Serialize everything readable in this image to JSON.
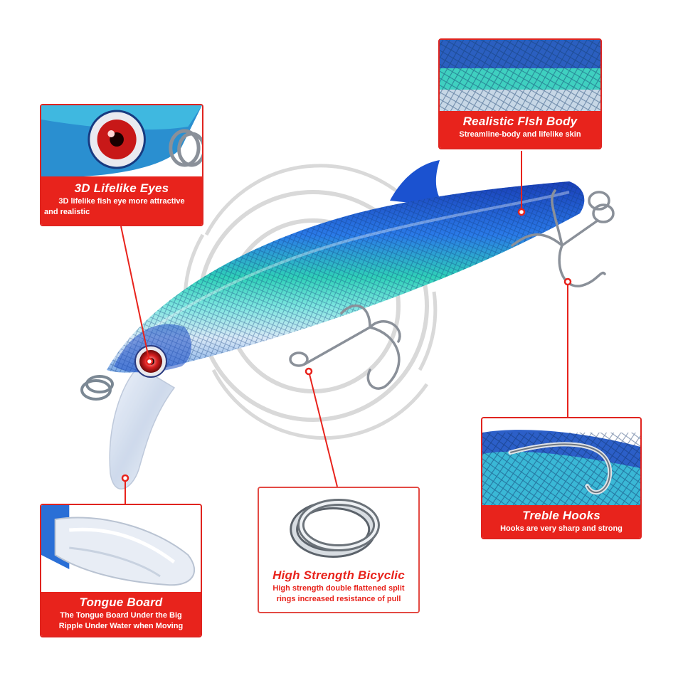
{
  "features": {
    "body": {
      "title": "Realistic FIsh Body",
      "desc": "Streamline-body and lifelike skin"
    },
    "eyes": {
      "title": "3D Lifelike  Eyes",
      "desc_lines": [
        "3D lifelike fish eye more attractive",
        "and realistic"
      ]
    },
    "hooks": {
      "title": "Treble Hooks",
      "desc": "Hooks are very sharp and strong"
    },
    "ring": {
      "title": "High Strength Bicyclic",
      "desc_lines": [
        "High strength double flattened split",
        "rings increased resistance of pull"
      ]
    },
    "tongue": {
      "title": "Tongue Board",
      "desc_lines": [
        "The Tongue Board Under the Big",
        "Ripple Under Water when Moving"
      ]
    }
  },
  "colors": {
    "accent_red": "#e8231c",
    "lure_blue": "#1c5fd8",
    "lure_green": "#2fd0b8",
    "belly": "#d8e8f6",
    "hook_silver": "#8a9099"
  }
}
